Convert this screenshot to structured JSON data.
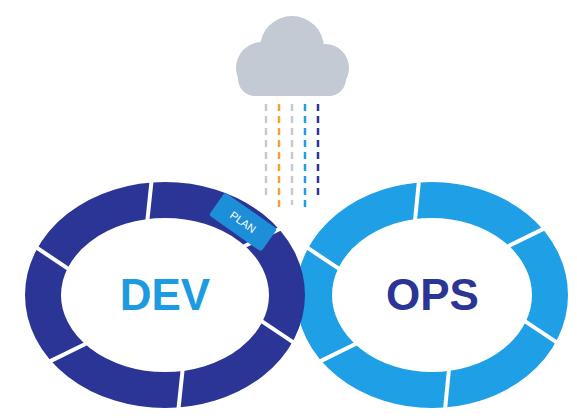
{
  "diagram": {
    "nodes": [
      {
        "text": [
          "DEV"
        ]
      },
      {
        "text": [
          "PLAN"
        ]
      },
      {
        "text": [
          "OPS"
        ]
      }
    ]
  }
}
